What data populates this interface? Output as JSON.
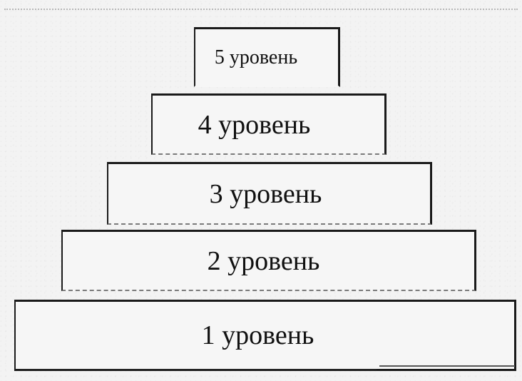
{
  "levels": [
    {
      "id": "5",
      "label": "5 уровень"
    },
    {
      "id": "4",
      "label": "4 уровень"
    },
    {
      "id": "3",
      "label": "3 уровень"
    },
    {
      "id": "2",
      "label": "2 уровень"
    },
    {
      "id": "1",
      "label": "1 уровень"
    }
  ]
}
